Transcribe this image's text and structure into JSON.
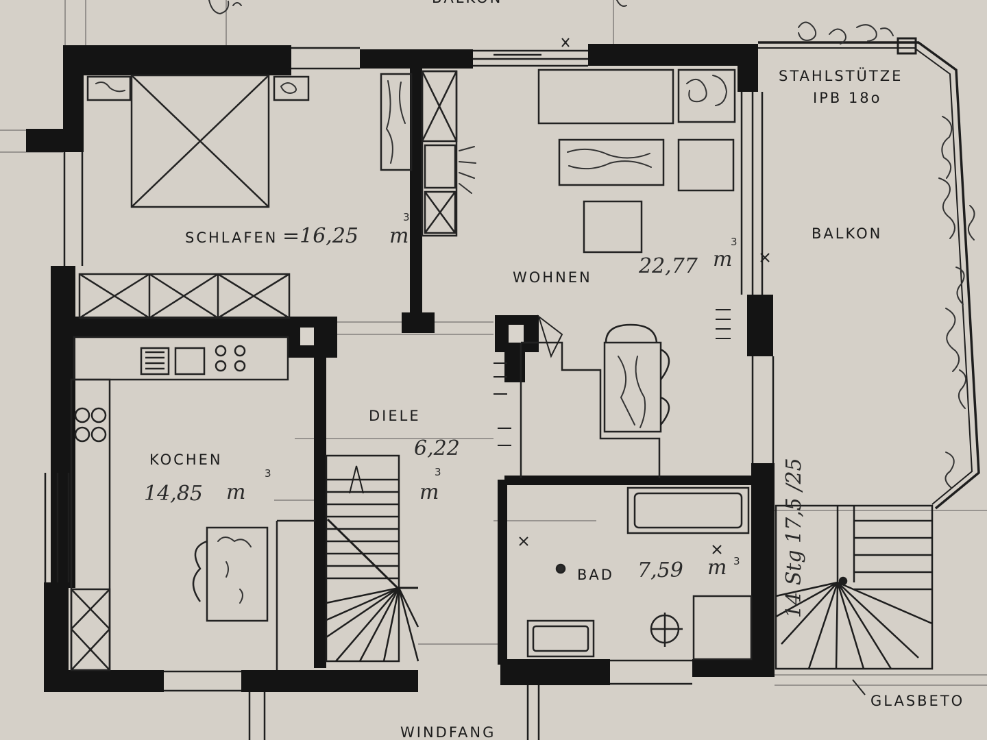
{
  "rooms": {
    "schlafen": {
      "label": "SCHLAFEN",
      "area": "=16,25",
      "unit": "m",
      "sup": "3"
    },
    "wohnen": {
      "label": "WOHNEN",
      "area": "22,77",
      "unit": "m",
      "sup": "3"
    },
    "kochen": {
      "label": "KOCHEN",
      "area": "14,85",
      "unit": "m",
      "sup": "3"
    },
    "diele": {
      "label": "DIELE",
      "area": "6,22",
      "unit": "m",
      "sup": "3"
    },
    "bad": {
      "label": "BAD",
      "area": "7,59",
      "unit": "m",
      "sup": "3"
    },
    "balkon_right": {
      "label": "BALKON"
    },
    "balkon_top": {
      "label": "BALKON"
    },
    "windfang": {
      "label": "WINDFANG"
    }
  },
  "annotations": {
    "stahlstuetze_line1": "STAHLSTÜTZE",
    "stahlstuetze_line2": "IPB 18o",
    "glasbeton": "GLASBETO",
    "stairs_note": "14 Stg 17,5 /25"
  },
  "colors": {
    "paper": "#d9d4cc",
    "ink": "#141414"
  }
}
